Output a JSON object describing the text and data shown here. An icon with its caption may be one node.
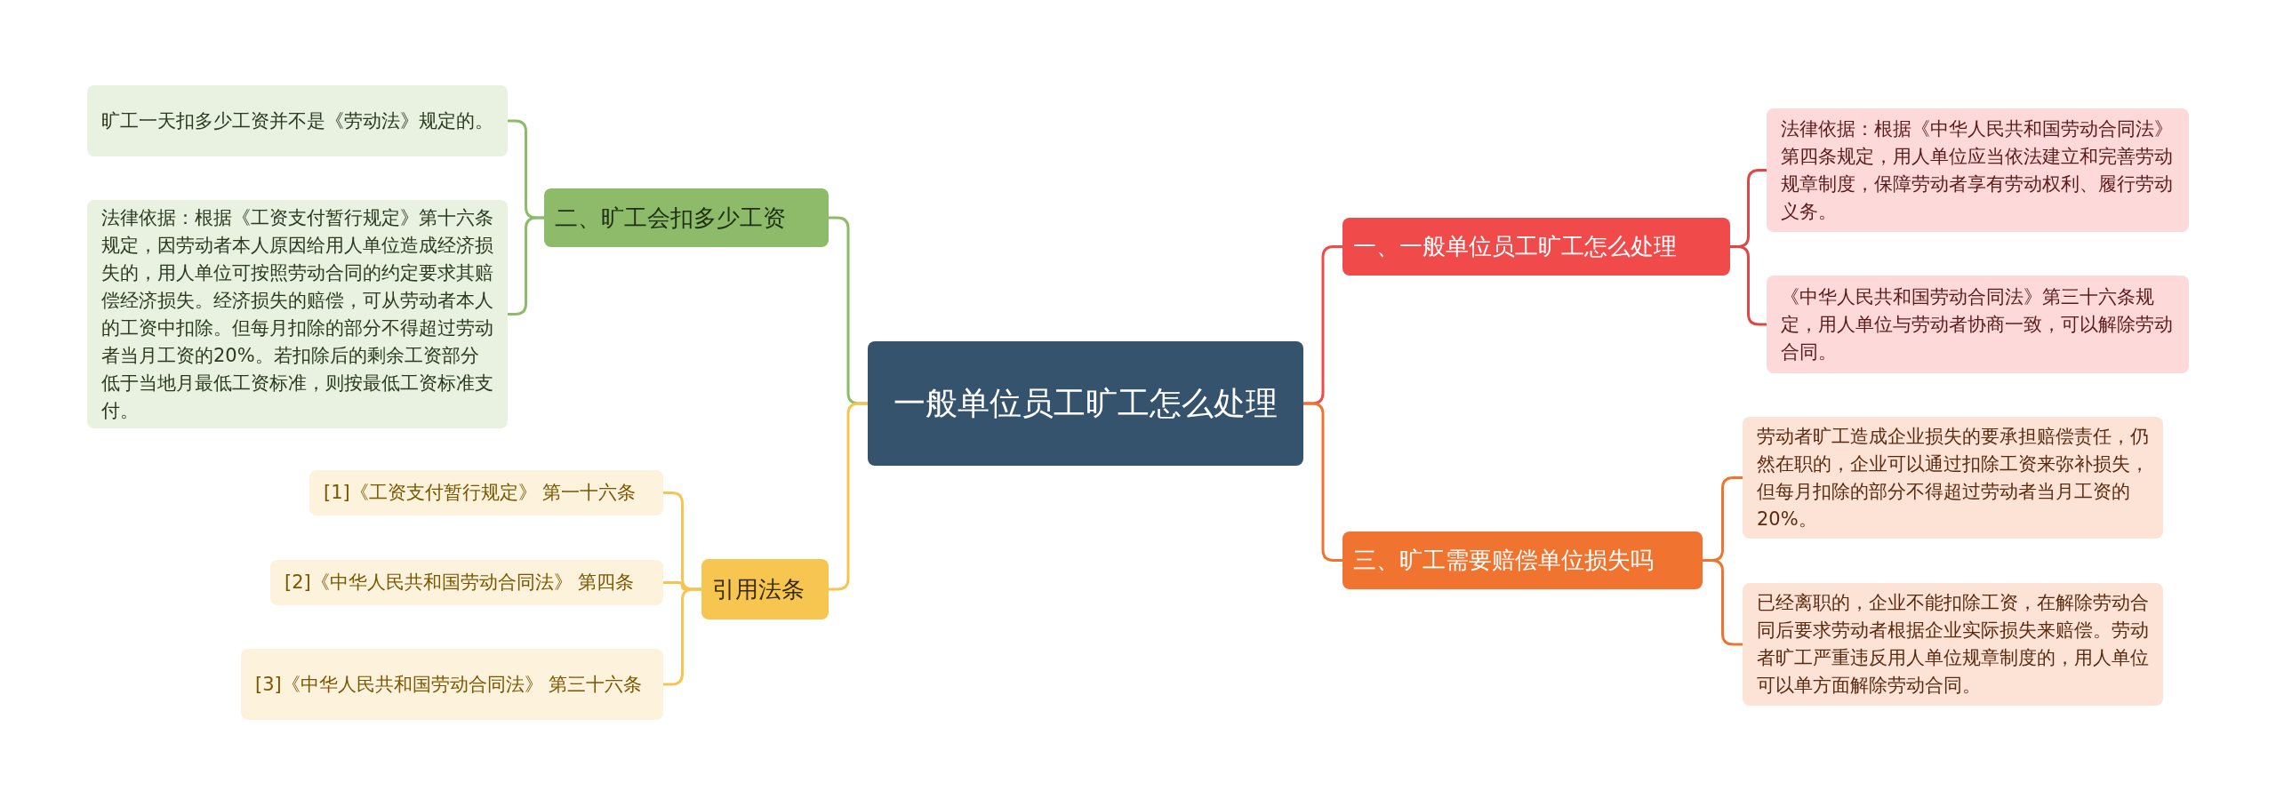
{
  "diagram": {
    "nodes": [
      {
        "text": [
          "一般单位员工旷工怎么处理"
        ]
      },
      {
        "text": [
          "一、一般单位员工旷工怎么处理"
        ]
      },
      {
        "text": [
          "法律依据：根据《中华人民共和国劳动合同法》第四条规定，用人单位应当依法建立和完善劳动规章制度，保障劳动者享有劳动权利、履行劳动义务。"
        ]
      },
      {
        "text": [
          "《中华人民共和国劳动合同法》第三十六条规定，用人单位与劳动者协商一致，可以解除劳动合同。"
        ]
      },
      {
        "text": [
          "三、旷工需要赔偿单位损失吗"
        ]
      },
      {
        "text": [
          "劳动者旷工造成企业损失的要承担赔偿责任，仍然在职的，企业可以通过扣除工资来弥补损失，但每月扣除的部分不得超过劳动者当月工资的20%。"
        ]
      },
      {
        "text": [
          "已经离职的，企业不能扣除工资，在解除劳动合同后要求劳动者根据企业实际损失来赔偿。劳动者旷工严重违反用人单位规章制度的，用人单位可以单方面解除劳动合同。"
        ]
      },
      {
        "text": [
          "二、旷工会扣多少工资"
        ]
      },
      {
        "text": [
          "旷工一天扣多少工资并不是《劳动法》规定的。"
        ]
      },
      {
        "text": [
          "法律依据：根据《工资支付暂行规定》第十六条规定，因劳动者本人原因给用人单位造成经济损失的，用人单位可按照劳动合同的约定要求其赔偿经济损失。经济损失的赔偿，可从劳动者本人的工资中扣除。但每月扣除的部分不得超过劳动者当月工资的20%。若扣除后的剩余工资部分低于当地月最低工资标准，则按最低工资标准支付。"
        ]
      },
      {
        "text": [
          "引用法条"
        ]
      },
      {
        "text": [
          "[1]《工资支付暂行规定》 第一十六条"
        ]
      },
      {
        "text": [
          "[2]《中华人民共和国劳动合同法》 第四条"
        ]
      },
      {
        "text": [
          "[3]《中华人民共和国劳动合同法》 第三十六条"
        ]
      }
    ],
    "edges": [
      {
        "from": 0,
        "to": 1,
        "arrow": "none",
        "color": "#f04a4a"
      },
      {
        "from": 1,
        "to": 2,
        "arrow": "none",
        "color": "#e04646"
      },
      {
        "from": 1,
        "to": 3,
        "arrow": "none",
        "color": "#e04646"
      },
      {
        "from": 0,
        "to": 4,
        "arrow": "none",
        "color": "#ef7430"
      },
      {
        "from": 4,
        "to": 5,
        "arrow": "none",
        "color": "#ef7430"
      },
      {
        "from": 4,
        "to": 6,
        "arrow": "none",
        "color": "#ef7430"
      },
      {
        "from": 0,
        "to": 7,
        "arrow": "none",
        "color": "#8dbb6a"
      },
      {
        "from": 7,
        "to": 8,
        "arrow": "none",
        "color": "#8dbb6a"
      },
      {
        "from": 7,
        "to": 9,
        "arrow": "none",
        "color": "#8dbb6a"
      },
      {
        "from": 0,
        "to": 10,
        "arrow": "none",
        "color": "#f5c451"
      },
      {
        "from": 10,
        "to": 11,
        "arrow": "none",
        "color": "#f5c451"
      },
      {
        "from": 10,
        "to": 12,
        "arrow": "none",
        "color": "#f5c451"
      },
      {
        "from": 10,
        "to": 13,
        "arrow": "none",
        "color": "#f5c451"
      }
    ]
  }
}
